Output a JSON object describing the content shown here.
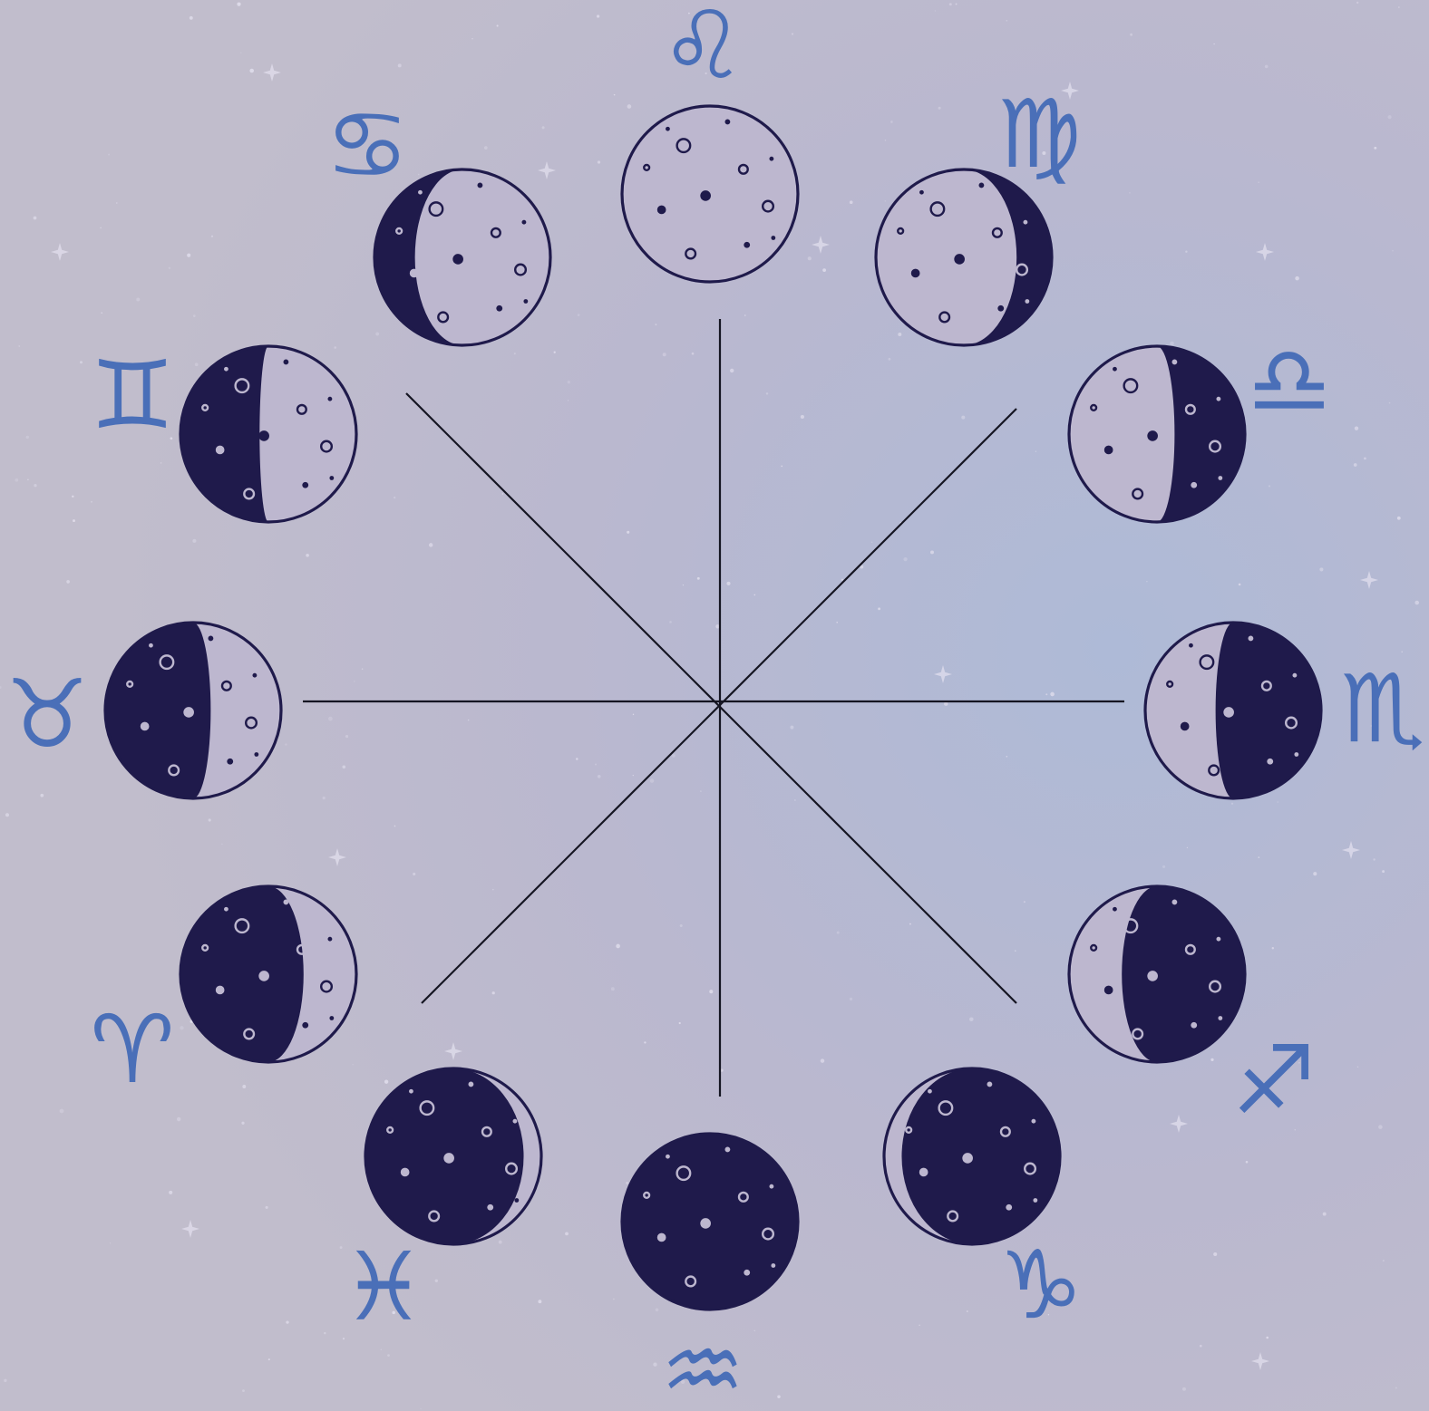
{
  "colors": {
    "background": "#bdb9cc",
    "background_glow": "#a9b4d3",
    "moon_ink": "#1f1a4b",
    "moon_light": "#bdb7cf",
    "spoke": "#151522",
    "glyph": "#4a6fb8",
    "star": "#e4e1ef"
  },
  "wheel": {
    "spokes": [
      "spoke-vertical",
      "spoke-horizontal",
      "spoke-diagonal-a",
      "spoke-diagonal-b"
    ],
    "phases": [
      {
        "id": "full",
        "name": "Leo",
        "symbol": "♌",
        "dark_fraction": 0.0,
        "shadow_side": "none"
      },
      {
        "id": "waning-gibbous-early",
        "name": "Virgo",
        "symbol": "♍",
        "dark_fraction": 0.2,
        "shadow_side": "right"
      },
      {
        "id": "waning-gibbous-late",
        "name": "Libra",
        "symbol": "♎",
        "dark_fraction": 0.4,
        "shadow_side": "right"
      },
      {
        "id": "last-quarter",
        "name": "Scorpio",
        "symbol": "♏",
        "dark_fraction": 0.6,
        "shadow_side": "right"
      },
      {
        "id": "waning-crescent",
        "name": "Sagittarius",
        "symbol": "♐",
        "dark_fraction": 0.7,
        "shadow_side": "right"
      },
      {
        "id": "waning-crescent-thin",
        "name": "Capricorn",
        "symbol": "♑",
        "dark_fraction": 0.9,
        "shadow_side": "right"
      },
      {
        "id": "new",
        "name": "Aquarius",
        "symbol": "♒",
        "dark_fraction": 1.0,
        "shadow_side": "all"
      },
      {
        "id": "waxing-crescent-thin",
        "name": "Pisces",
        "symbol": "♓",
        "dark_fraction": 0.9,
        "shadow_side": "left"
      },
      {
        "id": "waxing-crescent",
        "name": "Aries",
        "symbol": "♈",
        "dark_fraction": 0.7,
        "shadow_side": "left"
      },
      {
        "id": "first-quarter",
        "name": "Taurus",
        "symbol": "♉",
        "dark_fraction": 0.6,
        "shadow_side": "left"
      },
      {
        "id": "waxing-gibbous-early",
        "name": "Gemini",
        "symbol": "♊",
        "dark_fraction": 0.45,
        "shadow_side": "left"
      },
      {
        "id": "waxing-gibbous-late",
        "name": "Cancer",
        "symbol": "♋",
        "dark_fraction": 0.23,
        "shadow_side": "left"
      }
    ]
  }
}
